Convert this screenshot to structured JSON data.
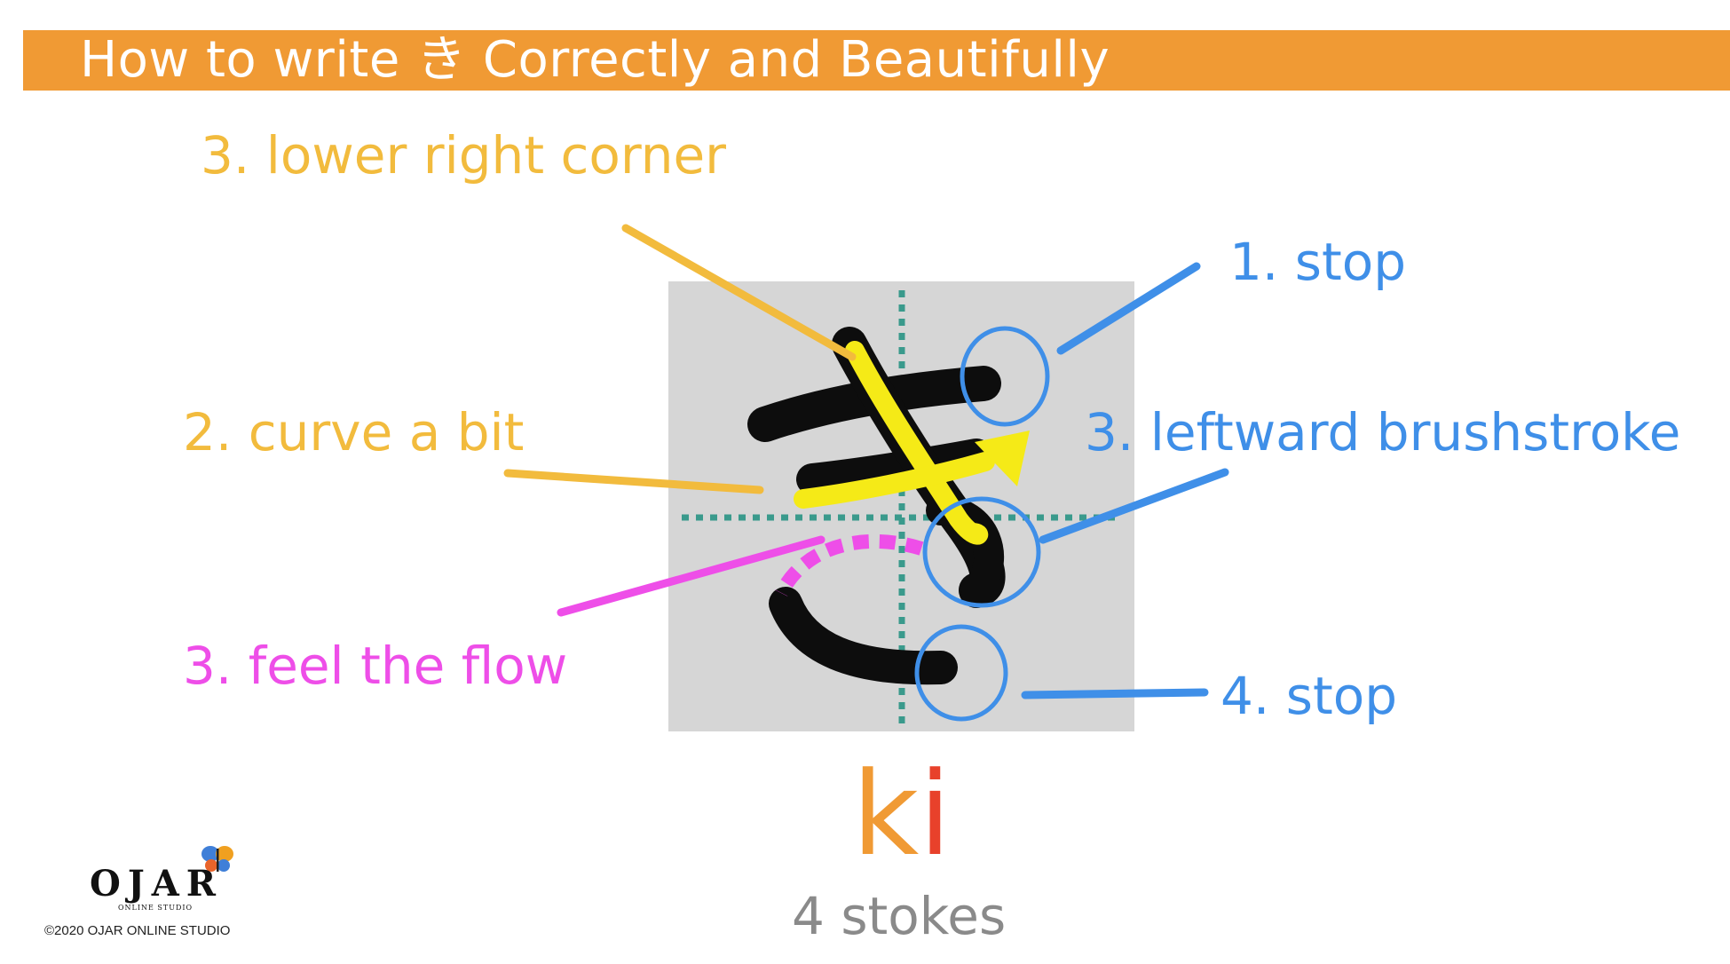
{
  "header": {
    "title": "How to write き Correctly and Beautifully"
  },
  "character": {
    "glyph": "き",
    "romaji_k": "k",
    "romaji_i": "i",
    "stroke_count_label": "4 stokes"
  },
  "annotations": {
    "lower_right_corner": "3. lower right corner",
    "curve_a_bit": "2. curve a bit",
    "feel_the_flow": "3. feel the flow",
    "stop_1": "1. stop",
    "leftward_brushstroke": "3. leftward  brushstroke",
    "stop_4": "4. stop"
  },
  "logo": {
    "name": "OJAR",
    "subtitle": "ONLINE STUDIO"
  },
  "footer": {
    "copyright": "©2020 OJAR ONLINE STUDIO"
  },
  "colors": {
    "banner": "#f09a34",
    "yellow_note": "#f2bb3d",
    "blue_note": "#3f8fe8",
    "pink_note": "#ee4ee8",
    "guide_lines": "#3a9a8c",
    "panel": "#d6d6d6"
  }
}
